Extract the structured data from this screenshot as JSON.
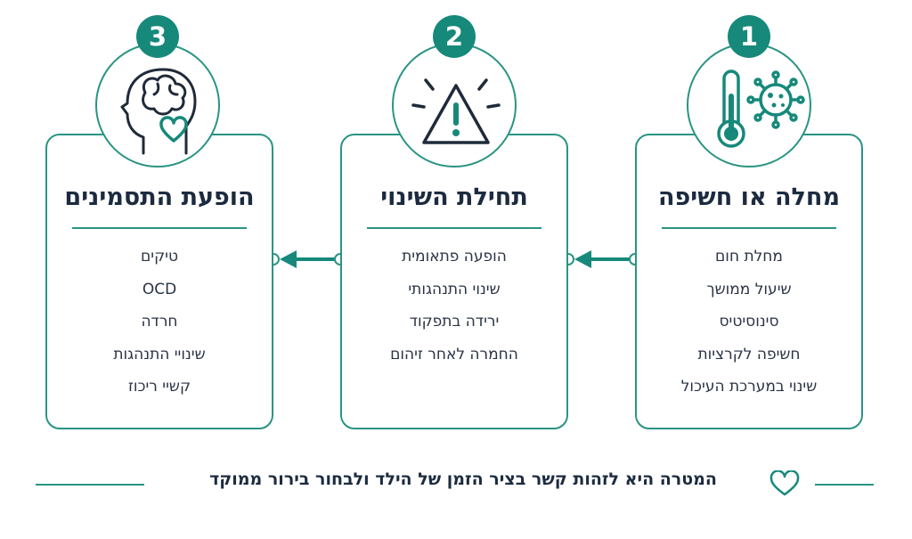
{
  "steps": [
    {
      "number": "1",
      "title": "מחלה או חשיפה",
      "icon": "thermometer-virus-icon",
      "items": [
        "מחלת חום",
        "שיעול ממושך",
        "סינוסיטיס",
        "חשיפה לקרציות",
        "שינוי במערכת העיכול"
      ]
    },
    {
      "number": "2",
      "title": "תחילת השינוי",
      "icon": "warning-triangle-icon",
      "items": [
        "הופעה פתאומית",
        "שינוי התנהגותי",
        "ירידה בתפקוד",
        "החמרה לאחר זיהום"
      ]
    },
    {
      "number": "3",
      "title": "הופעת התסמינים",
      "icon": "head-brain-heart-icon",
      "items": [
        "טיקים",
        "OCD",
        "חרדה",
        "שינויי התנהגות",
        "קשיי ריכוז"
      ]
    }
  ],
  "footer": {
    "text": "המטרה היא לזהות קשר בציר הזמן של הילד ולבחור בירור ממוקד",
    "icon": "heart-outline-icon"
  },
  "colors": {
    "accent": "#2a9484",
    "badge": "#16897a",
    "title": "#1c2b3f"
  }
}
